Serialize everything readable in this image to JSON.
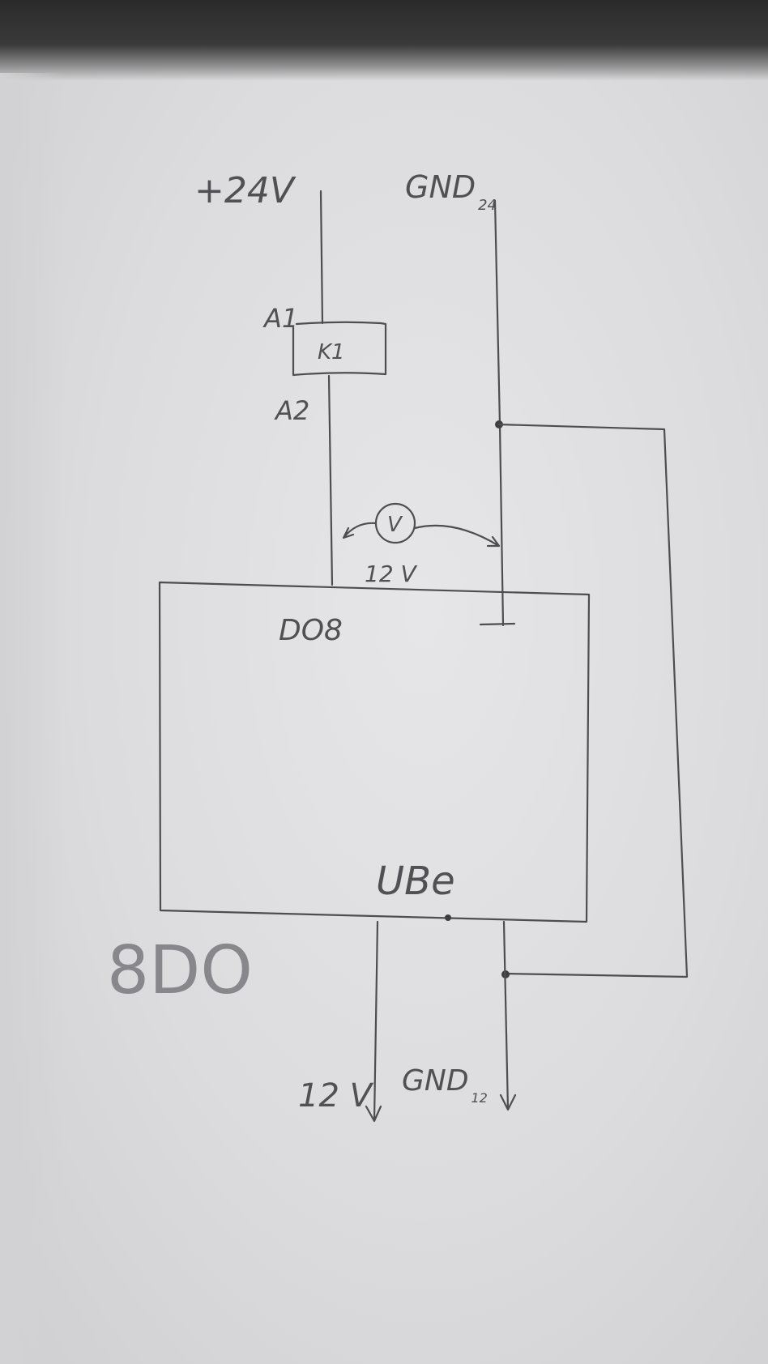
{
  "supply": {
    "positive_label": "+24V",
    "ground_label": "GND",
    "ground_sub": "24"
  },
  "relay": {
    "label": "K1",
    "terminal_top": "A1",
    "terminal_bottom": "A2"
  },
  "voltmeter": {
    "symbol": "V",
    "reading": "12 V"
  },
  "module": {
    "output_label": "DO8",
    "supply_label": "UBe",
    "name": "8DO"
  },
  "outputs": {
    "voltage_label": "12 V",
    "ground_label": "GND",
    "ground_sub": "12"
  },
  "colors": {
    "pencil": "#4e4e52",
    "paper": "#dcdcde"
  }
}
